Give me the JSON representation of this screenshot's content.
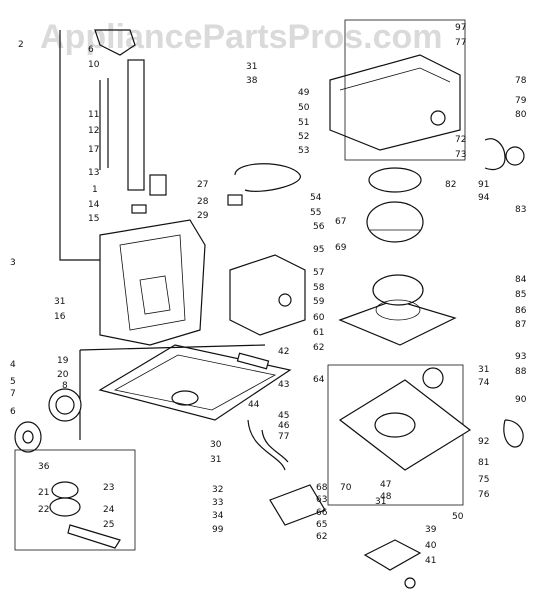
{
  "watermark": "AppliancePartsPros.com",
  "callouts": [
    {
      "id": "c2",
      "text": "2"
    },
    {
      "id": "c6",
      "text": "6"
    },
    {
      "id": "c10",
      "text": "10"
    },
    {
      "id": "c11",
      "text": "11"
    },
    {
      "id": "c12",
      "text": "12"
    },
    {
      "id": "c17",
      "text": "17"
    },
    {
      "id": "c13",
      "text": "13"
    },
    {
      "id": "c1",
      "text": "1"
    },
    {
      "id": "c14",
      "text": "14"
    },
    {
      "id": "c15",
      "text": "15"
    },
    {
      "id": "c27",
      "text": "27"
    },
    {
      "id": "c28",
      "text": "28"
    },
    {
      "id": "c29",
      "text": "29"
    },
    {
      "id": "c3",
      "text": "3"
    },
    {
      "id": "c31a",
      "text": "31"
    },
    {
      "id": "c16",
      "text": "16"
    },
    {
      "id": "c19",
      "text": "19"
    },
    {
      "id": "c20",
      "text": "20"
    },
    {
      "id": "c8",
      "text": "8"
    },
    {
      "id": "c4",
      "text": "4"
    },
    {
      "id": "c5",
      "text": "5"
    },
    {
      "id": "c7",
      "text": "7"
    },
    {
      "id": "c6b",
      "text": "6"
    },
    {
      "id": "c36",
      "text": "36"
    },
    {
      "id": "c21",
      "text": "21"
    },
    {
      "id": "c22",
      "text": "22"
    },
    {
      "id": "c23",
      "text": "23"
    },
    {
      "id": "c24",
      "text": "24"
    },
    {
      "id": "c25",
      "text": "25"
    },
    {
      "id": "c42",
      "text": "42"
    },
    {
      "id": "c43",
      "text": "43"
    },
    {
      "id": "c30",
      "text": "30"
    },
    {
      "id": "c31b",
      "text": "31"
    },
    {
      "id": "c44",
      "text": "44"
    },
    {
      "id": "c45",
      "text": "45"
    },
    {
      "id": "c46",
      "text": "46"
    },
    {
      "id": "c77",
      "text": "77"
    },
    {
      "id": "c32",
      "text": "32"
    },
    {
      "id": "c33",
      "text": "33"
    },
    {
      "id": "c34",
      "text": "34"
    },
    {
      "id": "c99",
      "text": "99"
    },
    {
      "id": "c68",
      "text": "68"
    },
    {
      "id": "c63",
      "text": "63"
    },
    {
      "id": "c66",
      "text": "66"
    },
    {
      "id": "c65",
      "text": "65"
    },
    {
      "id": "c62",
      "text": "62"
    },
    {
      "id": "c97",
      "text": "97"
    },
    {
      "id": "c77b",
      "text": "77"
    },
    {
      "id": "c31c",
      "text": "31"
    },
    {
      "id": "c38",
      "text": "38"
    },
    {
      "id": "c49",
      "text": "49"
    },
    {
      "id": "c50",
      "text": "50"
    },
    {
      "id": "c51",
      "text": "51"
    },
    {
      "id": "c52",
      "text": "52"
    },
    {
      "id": "c53",
      "text": "53"
    },
    {
      "id": "c78",
      "text": "78"
    },
    {
      "id": "c79",
      "text": "79"
    },
    {
      "id": "c80",
      "text": "80"
    },
    {
      "id": "c72",
      "text": "72"
    },
    {
      "id": "c73",
      "text": "73"
    },
    {
      "id": "c82",
      "text": "82"
    },
    {
      "id": "c91",
      "text": "91"
    },
    {
      "id": "c94",
      "text": "94"
    },
    {
      "id": "c54",
      "text": "54"
    },
    {
      "id": "c55",
      "text": "55"
    },
    {
      "id": "c67",
      "text": "67"
    },
    {
      "id": "c83",
      "text": "83"
    },
    {
      "id": "c56",
      "text": "56"
    },
    {
      "id": "c95",
      "text": "95"
    },
    {
      "id": "c69",
      "text": "69"
    },
    {
      "id": "c57",
      "text": "57"
    },
    {
      "id": "c58",
      "text": "58"
    },
    {
      "id": "c59",
      "text": "59"
    },
    {
      "id": "c60",
      "text": "60"
    },
    {
      "id": "c61",
      "text": "61"
    },
    {
      "id": "c62b",
      "text": "62"
    },
    {
      "id": "c84",
      "text": "84"
    },
    {
      "id": "c85",
      "text": "85"
    },
    {
      "id": "c86",
      "text": "86"
    },
    {
      "id": "c87",
      "text": "87"
    },
    {
      "id": "c64",
      "text": "64"
    },
    {
      "id": "c93",
      "text": "93"
    },
    {
      "id": "c88",
      "text": "88"
    },
    {
      "id": "c31d",
      "text": "31"
    },
    {
      "id": "c74",
      "text": "74"
    },
    {
      "id": "c90",
      "text": "90"
    },
    {
      "id": "c92",
      "text": "92"
    },
    {
      "id": "c81",
      "text": "81"
    },
    {
      "id": "c70",
      "text": "70"
    },
    {
      "id": "c47",
      "text": "47"
    },
    {
      "id": "c48",
      "text": "48"
    },
    {
      "id": "c75",
      "text": "75"
    },
    {
      "id": "c76",
      "text": "76"
    },
    {
      "id": "c31e",
      "text": "31"
    },
    {
      "id": "c50b",
      "text": "50"
    },
    {
      "id": "c39",
      "text": "39"
    },
    {
      "id": "c40",
      "text": "40"
    },
    {
      "id": "c41",
      "text": "41"
    }
  ]
}
